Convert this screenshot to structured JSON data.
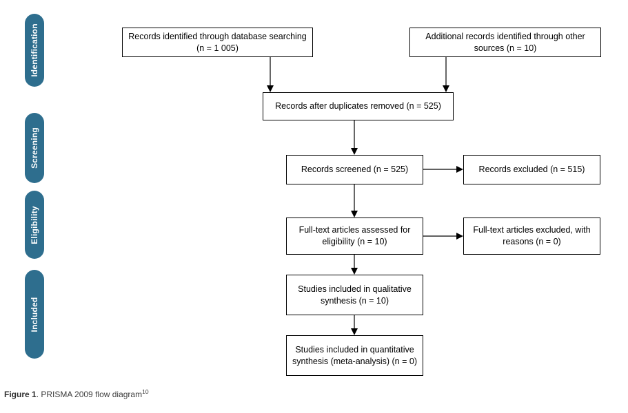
{
  "figure": {
    "caption_strong": "Figure 1",
    "caption_rest": ". PRISMA 2009 flow diagram",
    "caption_superscript": "10"
  },
  "colors": {
    "stage_tab": "#2e6e8e",
    "box_border": "#000000",
    "box_fill": "#ffffff",
    "text": "#000000",
    "caption": "#3b3b3b"
  },
  "stages": [
    {
      "id": "identification",
      "label": "Identification"
    },
    {
      "id": "screening",
      "label": "Screening"
    },
    {
      "id": "eligibility",
      "label": "Eligibility"
    },
    {
      "id": "included",
      "label": "Included"
    }
  ],
  "boxes": {
    "db_search": {
      "text": "Records identified through database searching (n = 1 005)",
      "n": 1005,
      "stage": "identification"
    },
    "other_src": {
      "text": "Additional records identified through other sources (n = 10)",
      "n": 10,
      "stage": "identification"
    },
    "dedup": {
      "text": "Records after duplicates removed (n = 525)",
      "n": 525,
      "stage": "identification"
    },
    "screened": {
      "text": "Records screened (n = 525)",
      "n": 525,
      "stage": "screening"
    },
    "excluded": {
      "text": "Records excluded (n = 515)",
      "n": 515,
      "stage": "screening"
    },
    "fulltext": {
      "text": "Full-text articles assessed for eligibility (n = 10)",
      "n": 10,
      "stage": "eligibility"
    },
    "ft_excluded": {
      "text": "Full-text articles excluded, with reasons (n = 0)",
      "n": 0,
      "stage": "eligibility"
    },
    "qualitative": {
      "text": "Studies included in qualitative synthesis (n = 10)",
      "n": 10,
      "stage": "included"
    },
    "quantitative": {
      "text": "Studies included in quantitative synthesis (meta-analysis) (n = 0)",
      "n": 0,
      "stage": "included"
    }
  },
  "chart_data": {
    "type": "diagram",
    "title": "PRISMA 2009 flow diagram",
    "nodes": [
      {
        "id": "db_search",
        "stage": "Identification",
        "label": "Records identified through database searching",
        "n": 1005
      },
      {
        "id": "other_src",
        "stage": "Identification",
        "label": "Additional records identified through other sources",
        "n": 10
      },
      {
        "id": "dedup",
        "stage": "Identification",
        "label": "Records after duplicates removed",
        "n": 525
      },
      {
        "id": "screened",
        "stage": "Screening",
        "label": "Records screened",
        "n": 525
      },
      {
        "id": "excluded",
        "stage": "Screening",
        "label": "Records excluded",
        "n": 515
      },
      {
        "id": "fulltext",
        "stage": "Eligibility",
        "label": "Full-text articles assessed for eligibility",
        "n": 10
      },
      {
        "id": "ft_excluded",
        "stage": "Eligibility",
        "label": "Full-text articles excluded, with reasons",
        "n": 0
      },
      {
        "id": "qualitative",
        "stage": "Included",
        "label": "Studies included in qualitative synthesis",
        "n": 10
      },
      {
        "id": "quantitative",
        "stage": "Included",
        "label": "Studies included in quantitative synthesis (meta-analysis)",
        "n": 0
      }
    ],
    "edges": [
      {
        "from": "db_search",
        "to": "dedup",
        "direction": "down"
      },
      {
        "from": "other_src",
        "to": "dedup",
        "direction": "down"
      },
      {
        "from": "dedup",
        "to": "screened",
        "direction": "down"
      },
      {
        "from": "screened",
        "to": "excluded",
        "direction": "right"
      },
      {
        "from": "screened",
        "to": "fulltext",
        "direction": "down"
      },
      {
        "from": "fulltext",
        "to": "ft_excluded",
        "direction": "right"
      },
      {
        "from": "fulltext",
        "to": "qualitative",
        "direction": "down"
      },
      {
        "from": "qualitative",
        "to": "quantitative",
        "direction": "down"
      }
    ]
  }
}
